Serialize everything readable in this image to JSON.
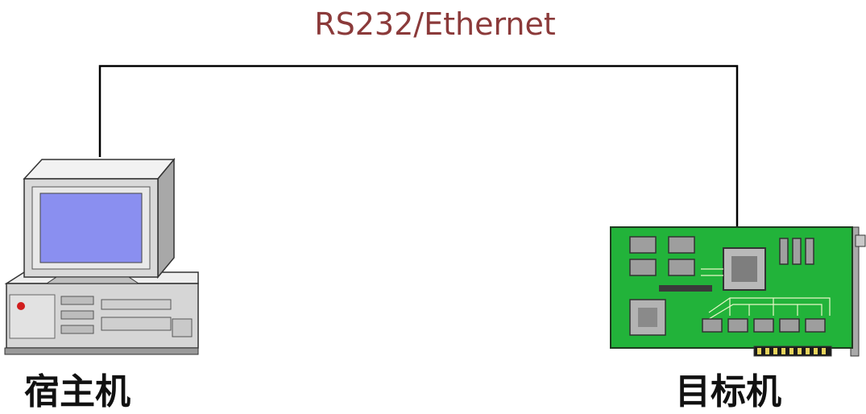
{
  "diagram": {
    "link_label": "RS232/Ethernet",
    "host_label": "宿主机",
    "target_label": "目标机"
  },
  "colors": {
    "link_label": "#8b3a3a",
    "monitor_screen": "#8a8ff0",
    "computer_body": "#d6d6d6",
    "board_green": "#22b33a",
    "line": "#000000"
  }
}
